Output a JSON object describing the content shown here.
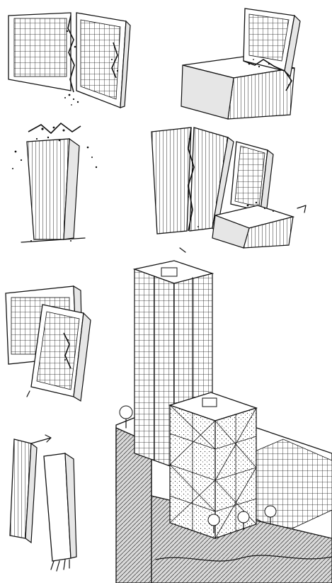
{
  "illustration": {
    "subject": "building-failure-modes-sketch",
    "panels": [
      "split-slab-tower",
      "tower-on-podium-cracked",
      "crushed-top-tower",
      "leaning-towers-with-podium",
      "overlapping-slab-towers",
      "separated-columns",
      "high-rise-complex-with-foundation"
    ]
  },
  "colors": {
    "ink": "#111111",
    "paper": "#ffffff",
    "tone": "#e6e6e6"
  }
}
